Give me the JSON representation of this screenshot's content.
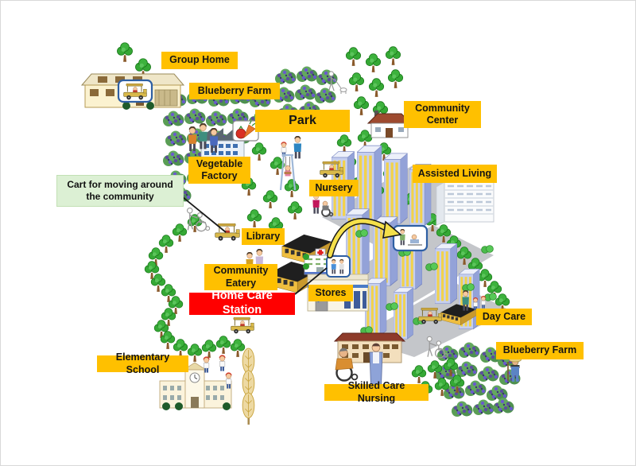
{
  "page": {
    "background": "#FFFFFF"
  },
  "labels": [
    {
      "id": "group-home",
      "text": "Group Home"
    },
    {
      "id": "blueberry-farm-north",
      "text": "Blueberry Farm"
    },
    {
      "id": "park",
      "text": "Park"
    },
    {
      "id": "community-center",
      "text": "Community Center"
    },
    {
      "id": "vegetable-factory",
      "text": "Vegetable Factory"
    },
    {
      "id": "nursery",
      "text": "Nursery"
    },
    {
      "id": "assisted-living",
      "text": "Assisted Living"
    },
    {
      "id": "library",
      "text": "Library"
    },
    {
      "id": "community-eatery",
      "text": "Community Eatery"
    },
    {
      "id": "home-care-station",
      "text": "Home Care Station",
      "highlight": true
    },
    {
      "id": "stores",
      "text": "Stores"
    },
    {
      "id": "day-care",
      "text": "Day Care"
    },
    {
      "id": "blueberry-farm-south",
      "text": "Blueberry Farm"
    },
    {
      "id": "elementary-school",
      "text": "Elementary School"
    },
    {
      "id": "skilled-care-nursing",
      "text": "Skilled Care Nursing"
    }
  ],
  "callout": {
    "text": "Cart for moving around the community"
  },
  "colors": {
    "label_bg": "#FFC000",
    "label_text": "#151515",
    "highlight_bg": "#FF0000",
    "highlight_text": "#FFFFFF",
    "callout_bg": "#DCF0D4",
    "arrow": "#F5E04A",
    "tree_green": "#35A835",
    "blueberry_purple": "#5C4E9E"
  },
  "icons": {
    "cart": "cart-icon",
    "vegetables": "vegetables-icon",
    "medical_staff": "medical-staff-icon",
    "care_visit": "care-visit-icon",
    "tree": "tree-icon",
    "blueberry_bush": "blueberry-bush-icon"
  }
}
